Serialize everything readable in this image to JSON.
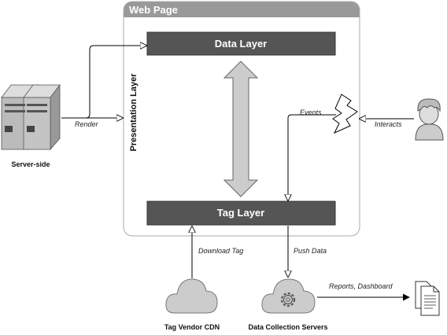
{
  "web_page": {
    "title": "Web Page"
  },
  "layers": {
    "data_layer": "Data Layer",
    "tag_layer": "Tag Layer",
    "presentation_layer": "Presentation Layer"
  },
  "nodes": {
    "server_side": "Server-side",
    "tag_vendor_cdn": "Tag Vendor CDN",
    "data_collection_servers": "Data Collection Servers"
  },
  "edges": {
    "render": "Render",
    "events": "Events",
    "interacts": "Interacts",
    "download_tag": "Download Tag",
    "push_data": "Push Data",
    "reports_dashboard": "Reports, Dashboard"
  },
  "colors": {
    "layer_fill": "#555555",
    "panel_header": "#999999",
    "frame_border": "#aaaaaa",
    "arrow_fill": "#cccccc",
    "cloud_fill": "#cccccc",
    "person_fill": "#cccccc"
  },
  "icons": {
    "server": "server-icon",
    "user": "user-icon",
    "lightning": "lightning-icon",
    "cloud": "cloud-icon",
    "gear": "gear-icon",
    "documents": "documents-icon"
  }
}
